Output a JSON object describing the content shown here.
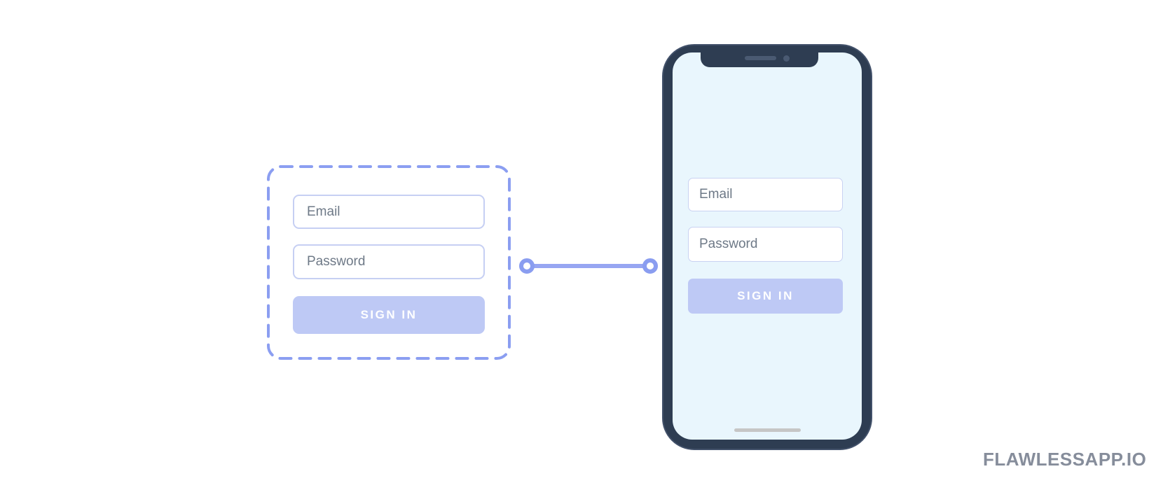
{
  "colors": {
    "accent_dashed_border": "#8b9ef1",
    "connector": "#97a6f2",
    "field_border": "#c6cff3",
    "placeholder_text": "#6e7987",
    "button_bg": "#bec9f5",
    "button_text": "#ffffff",
    "phone_frame": "#2e3d52",
    "phone_screen": "#e9f6fd",
    "speaker_camera": "#4a5a72",
    "home_indicator": "#c6c6c6",
    "watermark_text_color": "#868d9b"
  },
  "spec_panel": {
    "email_placeholder": "Email",
    "password_placeholder": "Password",
    "sign_in_label": "SIGN IN"
  },
  "phone_panel": {
    "email_placeholder": "Email",
    "password_placeholder": "Password",
    "sign_in_label": "SIGN IN"
  },
  "watermark": {
    "text": "FLAWLESSAPP.IO"
  }
}
